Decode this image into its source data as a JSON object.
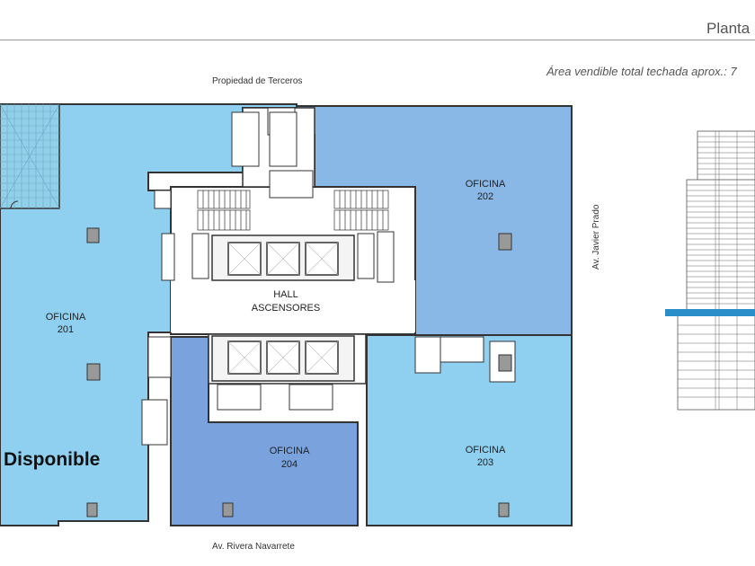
{
  "header": {
    "title": "Planta",
    "area_text": "Área vendible total techada aprox.: 7"
  },
  "streets": {
    "top": "Propiedad de Terceros",
    "bottom": "Av. Rivera Navarrete",
    "right": "Av. Javier Prado"
  },
  "rooms": {
    "office_201": {
      "label": "OFICINA",
      "number": "201"
    },
    "office_202": {
      "label": "OFICINA",
      "number": "202"
    },
    "office_203": {
      "label": "OFICINA",
      "number": "203"
    },
    "office_204": {
      "label": "OFICINA",
      "number": "204"
    },
    "hall": {
      "line1": "HALL",
      "line2": "ASCENSORES"
    }
  },
  "status_label": "Disponible",
  "colors": {
    "office_light": "#8fd0f0",
    "office_mid": "#8ab8e6",
    "office_dark": "#7aa3dd",
    "wall": "#333333",
    "highlight_band": "#2a8fc8"
  }
}
